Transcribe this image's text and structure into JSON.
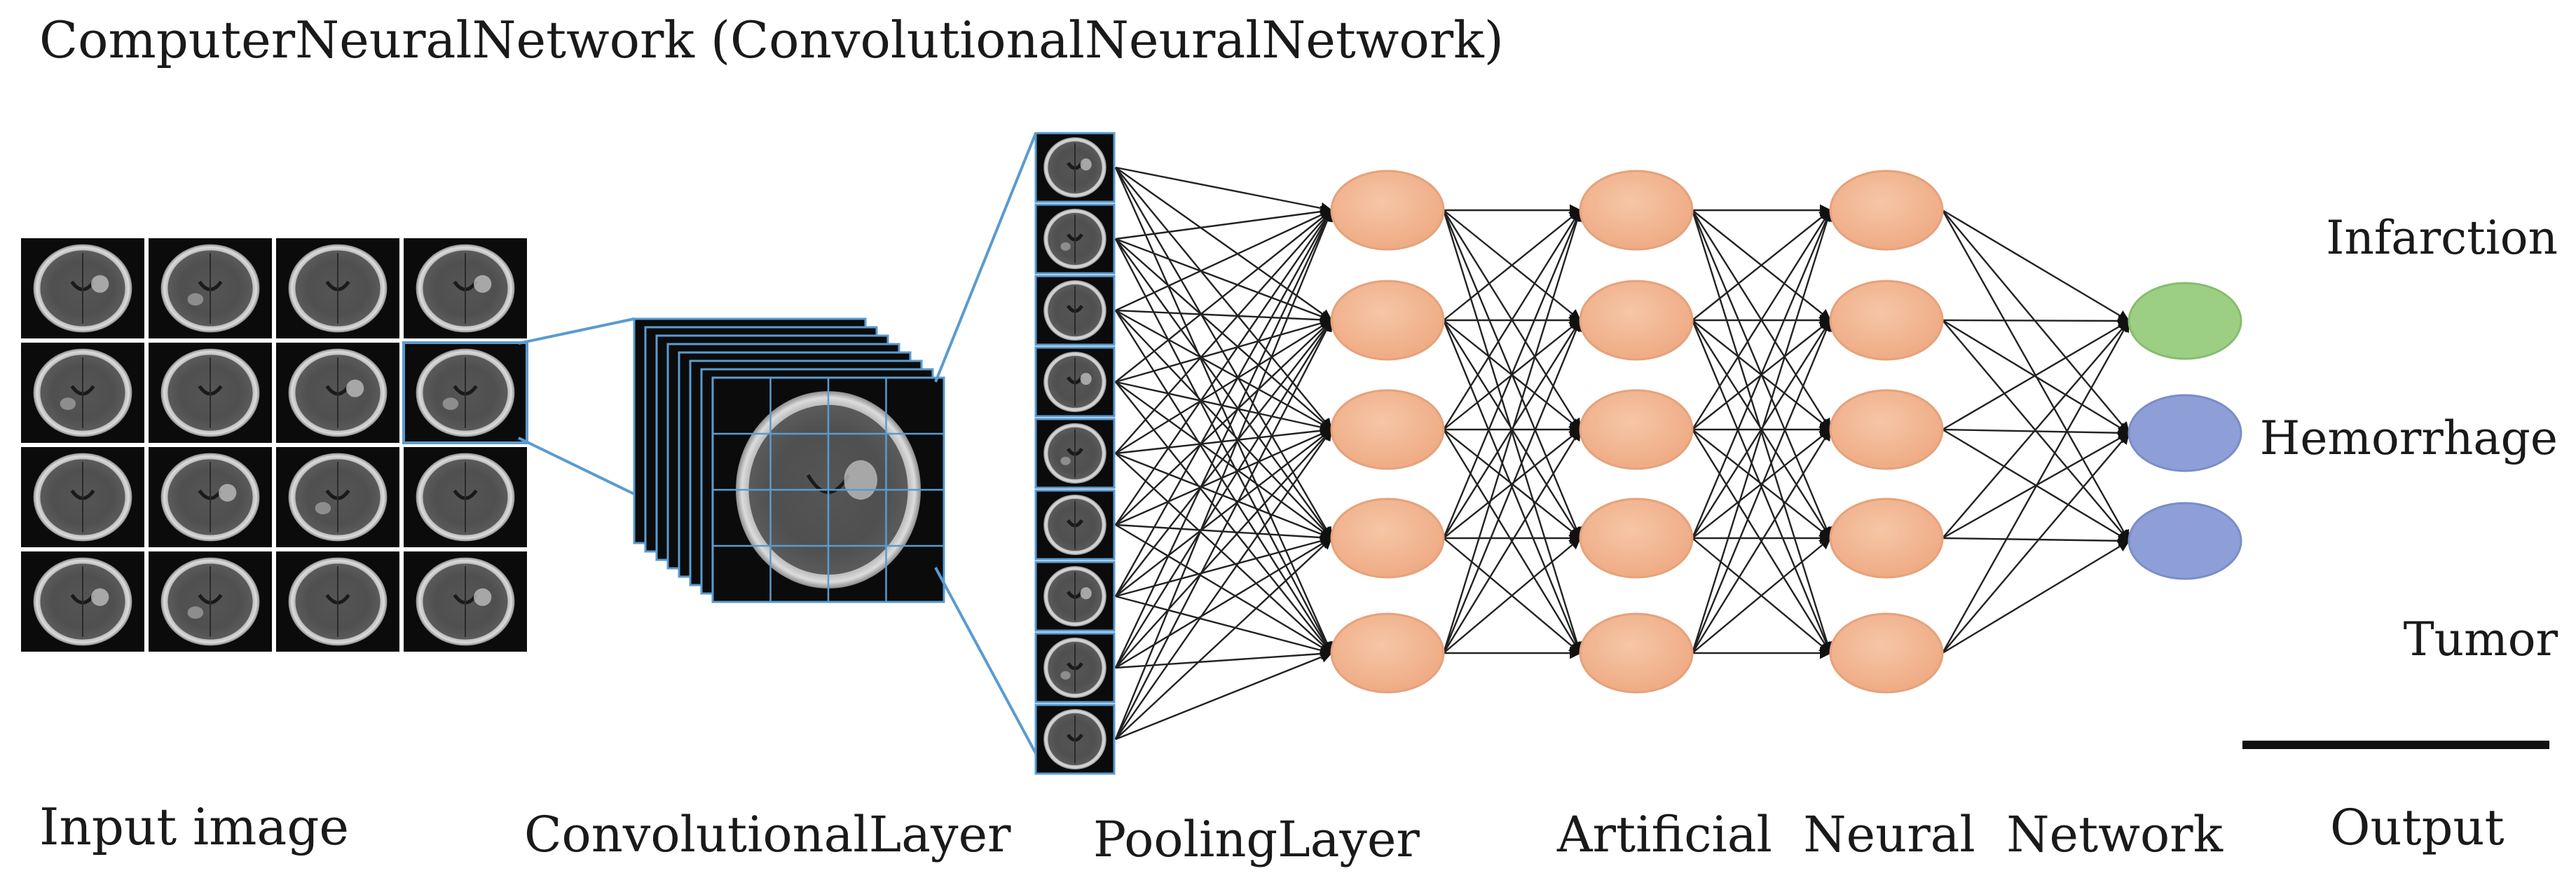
{
  "title": "ComputerNeuralNetwork (ConvolutionalNeuralNetwork)",
  "stages": {
    "input": "Input image",
    "conv": "ConvolutionalLayer",
    "pooling": "PoolingLayer",
    "ann": "Artificial  Neural  Network",
    "output": "Output"
  },
  "outputs": [
    "Infarction",
    "Hemorrhage",
    "Tumor"
  ],
  "network": {
    "hidden_layers": 3,
    "nodes_per_hidden_layer": 5,
    "output_nodes": 3,
    "pooling_thumbnails": 9,
    "input_grid": "4x4",
    "conv_feature_maps": 8
  },
  "colors": {
    "hidden_node": "#f0b48f",
    "hidden_node_stroke": "#e6a27a",
    "output_infarction": "#9ccf84",
    "output_other": "#8e9fd8",
    "connector": "#5a9bd0"
  }
}
